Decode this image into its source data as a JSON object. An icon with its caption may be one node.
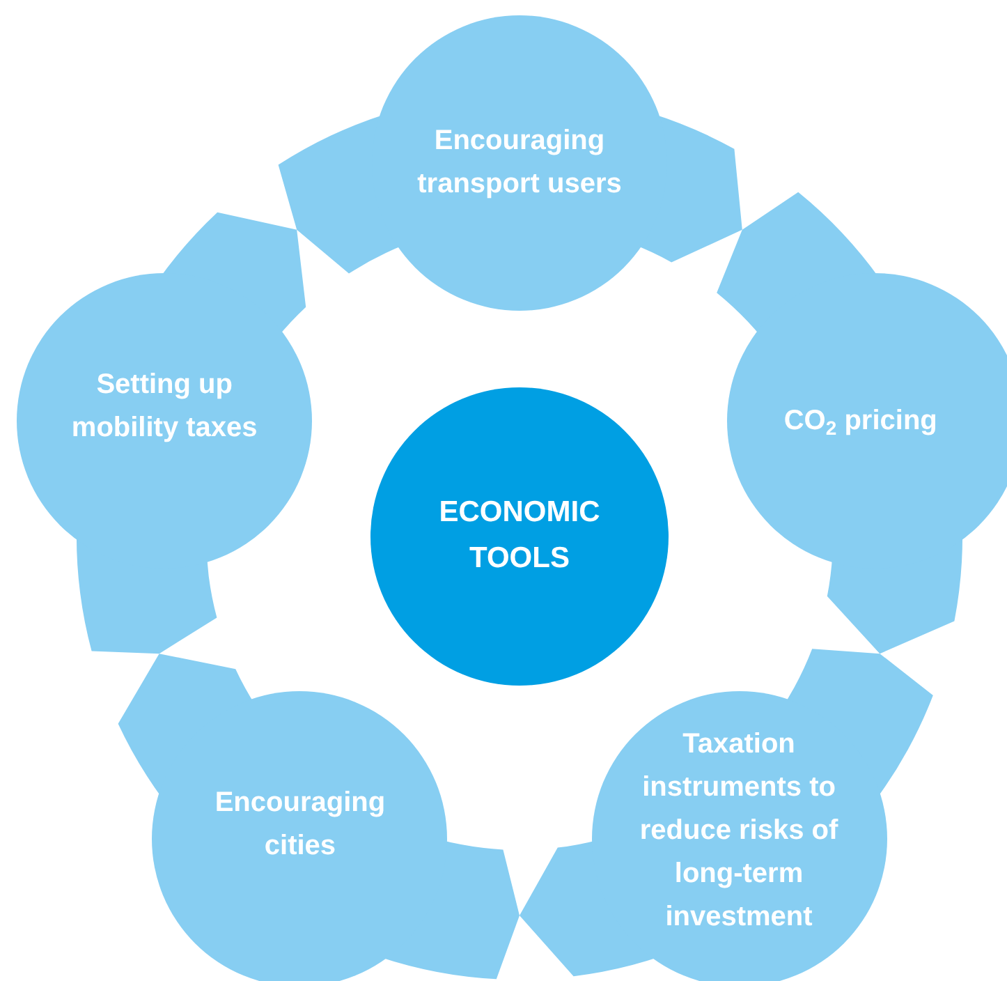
{
  "diagram": {
    "nodes": [
      {
        "text": [
          "ECONOMIC TOOLS"
        ]
      },
      {
        "text": [
          "Encouraging transport users"
        ]
      },
      {
        "text": [
          "CO$_{2}$ pricing"
        ]
      },
      {
        "text": [
          "Taxation instruments to reduce risks of long-term investment"
        ]
      },
      {
        "text": [
          "Encouraging cities"
        ]
      },
      {
        "text": [
          "Setting up mobility taxes"
        ]
      }
    ]
  }
}
